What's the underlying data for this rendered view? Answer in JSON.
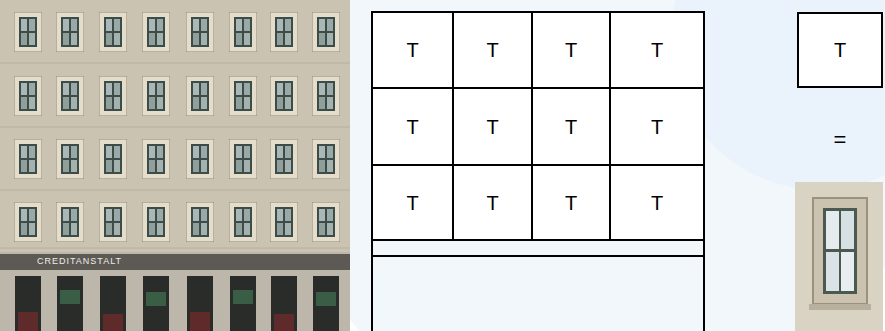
{
  "diagram": {
    "nodes": [
      {
        "text": [
          "T"
        ]
      },
      {
        "text": [
          "T"
        ]
      },
      {
        "text": [
          "T"
        ]
      },
      {
        "text": [
          "T"
        ]
      },
      {
        "text": [
          "T"
        ]
      },
      {
        "text": [
          "T"
        ]
      },
      {
        "text": [
          "T"
        ]
      },
      {
        "text": [
          "T"
        ]
      },
      {
        "text": [
          "T"
        ]
      },
      {
        "text": [
          "T"
        ]
      },
      {
        "text": [
          "T"
        ]
      },
      {
        "text": [
          "T"
        ]
      },
      {
        "text": [
          "T"
        ]
      }
    ],
    "labels": [
      "=",
      "CREDITANSTALT"
    ]
  }
}
